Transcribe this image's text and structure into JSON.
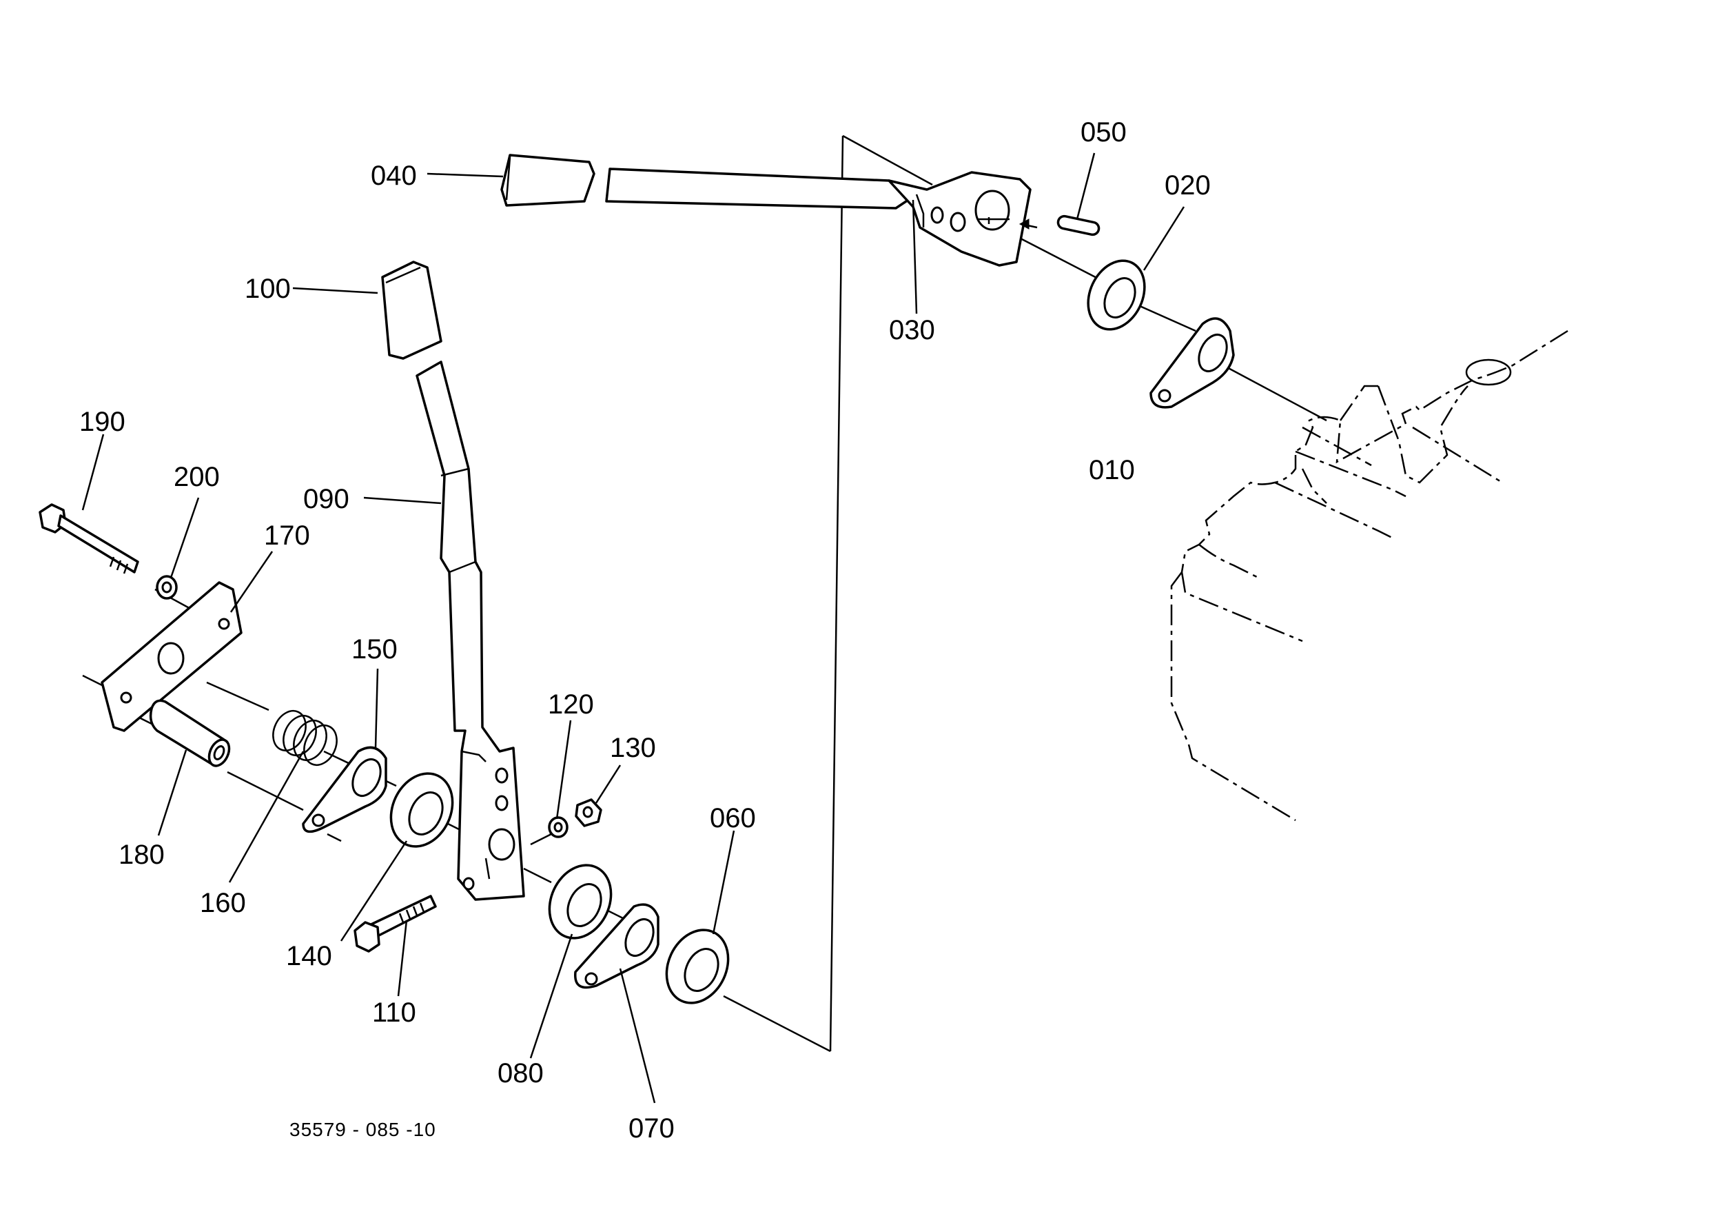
{
  "drawing_code": "35579 - 085 -10",
  "callouts": {
    "c010": "010",
    "c020": "020",
    "c030": "030",
    "c040": "040",
    "c050": "050",
    "c060": "060",
    "c070": "070",
    "c080": "080",
    "c090": "090",
    "c100": "100",
    "c110": "110",
    "c120": "120",
    "c130": "130",
    "c140": "140",
    "c150": "150",
    "c160": "160",
    "c170": "170",
    "c180": "180",
    "c190": "190",
    "c200": "200"
  }
}
